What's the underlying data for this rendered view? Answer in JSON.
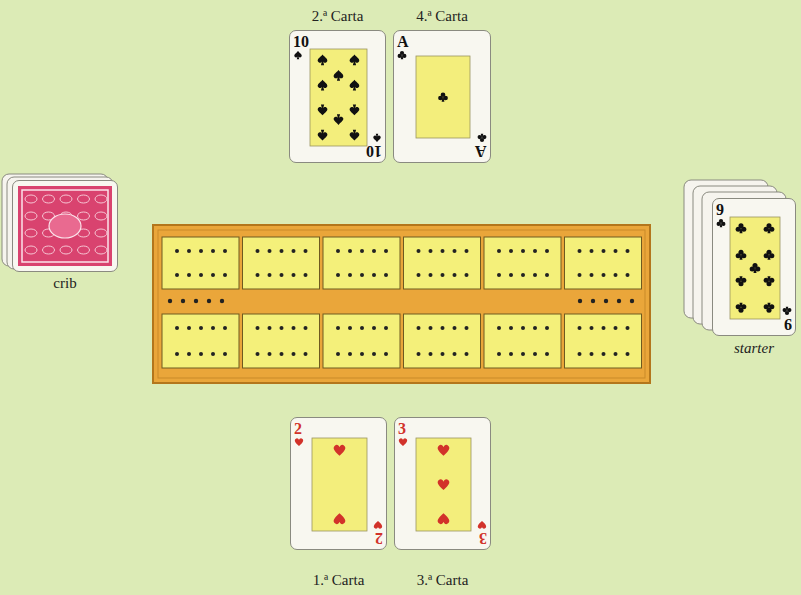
{
  "diagram": {
    "nodes": [
      {
        "text": [
          "2.ª Carta",
          "10",
          "10"
        ]
      },
      {
        "text": [
          "4.ª Carta",
          "A",
          "A"
        ]
      },
      {
        "text": [
          "crib"
        ]
      },
      {
        "text": [
          "9",
          "9",
          "starter"
        ]
      },
      {
        "text": [
          "2",
          "2",
          "1.ª Carta"
        ]
      },
      {
        "text": [
          "3",
          "3",
          "3.ª Carta"
        ]
      }
    ]
  }
}
